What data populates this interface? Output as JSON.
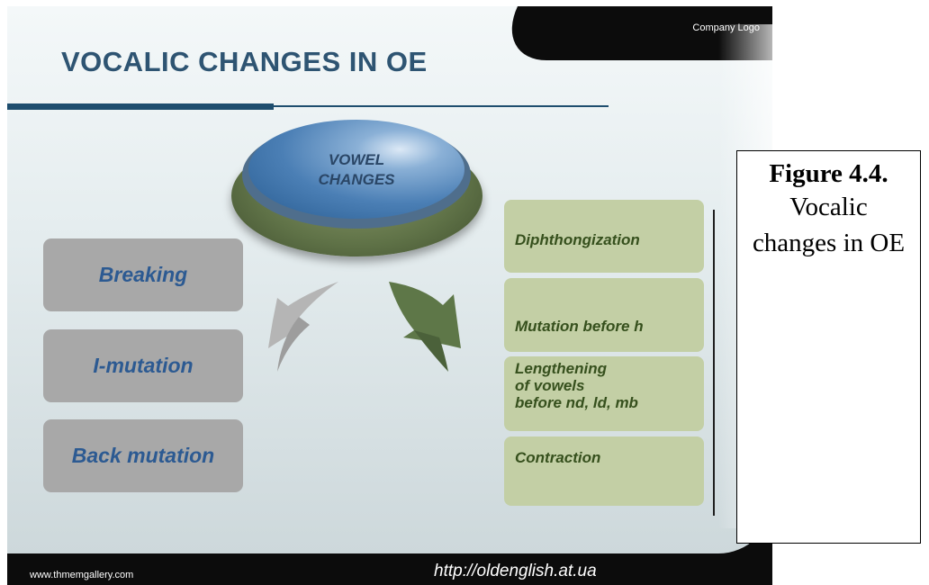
{
  "slide": {
    "title": "VOCALIC CHANGES IN OE",
    "company_logo": "Company Logo",
    "center_label_line1": "VOWEL",
    "center_label_line2": "CHANGES",
    "left_items": [
      "Breaking",
      "I-mutation",
      "Back mutation"
    ],
    "right_items": [
      "Diphthongization",
      "Mutation before h",
      "Lengthening\nof vowels\nbefore  nd, ld, mb",
      "Contraction"
    ],
    "footer_left": "www.thmemgallery.com",
    "footer_url": "http://oldenglish.at.ua"
  },
  "caption": {
    "label": "Figure 4.4.",
    "text": "Vocalic changes in OE"
  },
  "colors": {
    "title": "#2e5472",
    "left_box": "#a8a8a8",
    "left_text": "#2c5a92",
    "right_box": "#c3cfa5",
    "right_text": "#36501d",
    "button": "#4b7fb5",
    "pedestal": "#5f7247"
  }
}
